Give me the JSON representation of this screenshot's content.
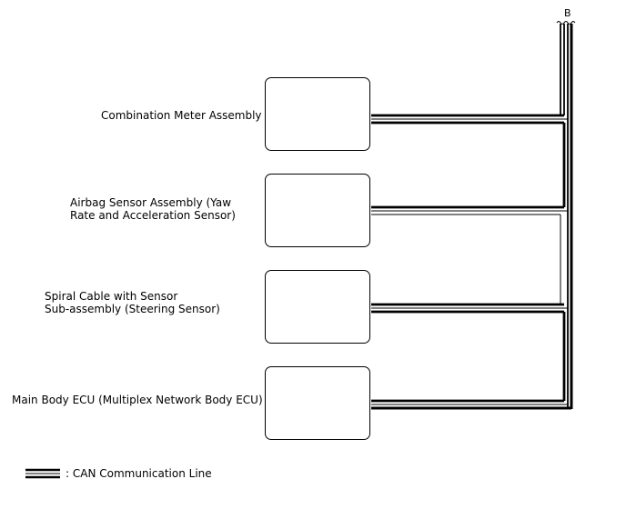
{
  "connector": {
    "label": "B"
  },
  "components": [
    {
      "lines": [
        "Combination Meter Assembly"
      ]
    },
    {
      "lines": [
        "Airbag Sensor Assembly (Yaw",
        "Rate and Acceleration Sensor)"
      ]
    },
    {
      "lines": [
        "Spiral Cable with Sensor",
        "Sub-assembly (Steering Sensor)"
      ]
    },
    {
      "lines": [
        "Main Body ECU (Multiplex Network Body ECU)"
      ]
    }
  ],
  "legend": {
    "text": ": CAN Communication Line"
  }
}
